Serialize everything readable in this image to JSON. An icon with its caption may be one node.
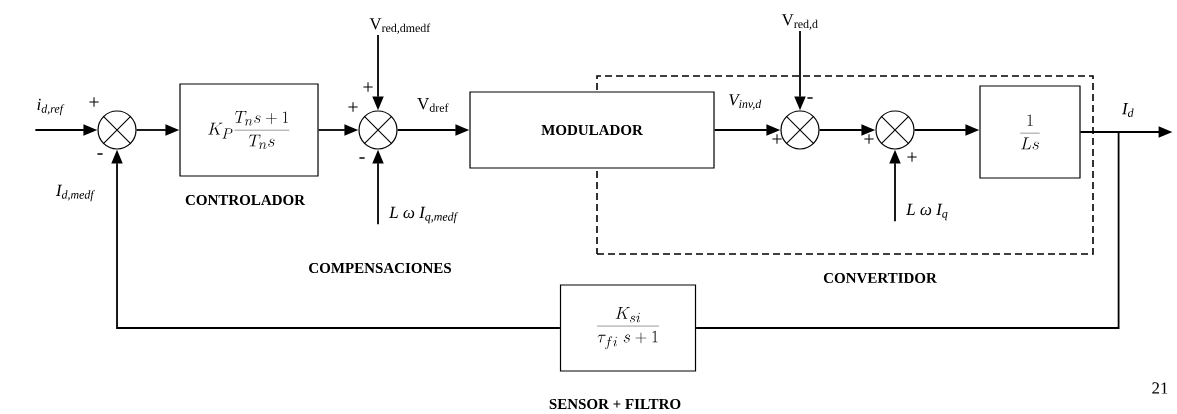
{
  "diagram": {
    "nodes": [
      {
        "text": [
          "i$_{d,ref}$"
        ]
      },
      {
        "text": [],
        "shape": "circle"
      },
      {
        "text": [
          "K_P \\frac{T_n s+1}{T_n s}"
        ],
        "beside": [
          "CONTROLADOR"
        ]
      },
      {
        "text": [],
        "shape": "circle"
      },
      {
        "text": [
          "V$_{red,dmedf}$"
        ]
      },
      {
        "text": [
          "L ω I$_{q,medf}$"
        ]
      },
      {
        "text": [
          "MODULADOR"
        ]
      },
      {
        "text": [],
        "shape": "box",
        "beside": [
          "CONVERTIDOR"
        ]
      },
      {
        "text": [
          "V$_{red,d}$"
        ]
      },
      {
        "text": [],
        "shape": "circle",
        "in": 7
      },
      {
        "text": [],
        "shape": "circle",
        "in": 7
      },
      {
        "text": [
          "L ω I$_{q}$"
        ],
        "in": 7
      },
      {
        "text": [
          "\\frac{1}{Ls}"
        ],
        "in": 7
      },
      {
        "text": [
          "\\frac{K_{si}}{\\tau_{fi}\\ s+1}"
        ],
        "beside": [
          "SENSOR + FILTRO"
        ]
      }
    ],
    "edges": [
      {
        "from": 0,
        "to": 1,
        "arrow": "to"
      },
      {
        "from": 1,
        "to": 2,
        "arrow": "to"
      },
      {
        "from": 2,
        "to": 3,
        "arrow": "to"
      },
      {
        "from": 4,
        "to": 3,
        "arrow": "to"
      },
      {
        "from": 5,
        "to": 3,
        "arrow": "to"
      },
      {
        "from": 3,
        "to": 6,
        "arrow": "to",
        "label": "V$_{dref}$"
      },
      {
        "from": 8,
        "to": 9,
        "arrow": "to"
      },
      {
        "from": 6,
        "to": 9,
        "arrow": "to",
        "label": "V$_{inv,d}$"
      },
      {
        "from": 9,
        "to": 10,
        "arrow": "to"
      },
      {
        "from": 11,
        "to": 10,
        "arrow": "to"
      },
      {
        "from": 10,
        "to": 12,
        "arrow": "to"
      },
      {
        "from": 12,
        "to": null,
        "arrow": "to",
        "label": "I$_{d}$"
      },
      {
        "from": 12,
        "to": 13,
        "arrow": "none"
      },
      {
        "from": 13,
        "to": 1,
        "arrow": "to",
        "label": "I$_{d,medf}$"
      }
    ],
    "labels": [
      "+",
      "+",
      "+",
      "-",
      "-",
      "-",
      "+",
      "+",
      "+",
      "COMPENSACIONES",
      "21"
    ]
  }
}
